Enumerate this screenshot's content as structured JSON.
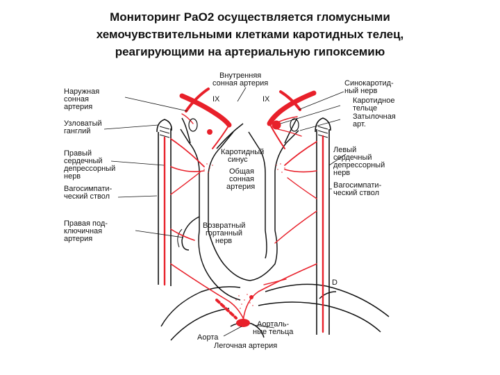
{
  "title": {
    "lines": [
      "Мониторинг PaO2 осуществляется гломусными",
      "хемочувствительными клетками каротидных телец,",
      "реагирующими на артериальную гипоксемию"
    ]
  },
  "labels": {
    "naruzhnaya": [
      "Наружная",
      "сонная",
      "артерия"
    ],
    "uzlovaty": [
      "Узловатый",
      "ганглий"
    ],
    "pravy_depr": [
      "Правый",
      "сердечный",
      "депрессорный",
      "нерв"
    ],
    "vagosimp_left": [
      "Вагосимпати-",
      "ческий ствол"
    ],
    "pravaya_podkl": [
      "Правая под-",
      "ключичная",
      "артерия"
    ],
    "vnutrennyaya": [
      "Внутренняя",
      "сонная артерия"
    ],
    "ix_left": "IX",
    "ix_right": "IX",
    "karotidny_sinus": [
      "Каротидный",
      "синус"
    ],
    "obshaya": [
      "Общая",
      "сонная",
      "артерия"
    ],
    "vozvratny": [
      "Возвратный",
      "гортанный",
      "нерв"
    ],
    "sinokarot": [
      "Синокаротид-",
      "ный нерв"
    ],
    "karot_telce": [
      "Каротидное",
      "тельце"
    ],
    "zatylochnaya": [
      "Затылочная",
      "арт."
    ],
    "levy_depr": [
      "Левый",
      "сердечный",
      "депрессорный",
      "нерв"
    ],
    "vagosimp_right": [
      "Вагосимпати-",
      "ческий ствол"
    ],
    "letter_d": "D",
    "aorta": "Аорта",
    "aortalnye": [
      "Аорталь-",
      "ные тельца"
    ],
    "legochnaya": "Легочная артерия"
  },
  "colors": {
    "nerve_red": "#e8202a",
    "ink": "#111111"
  }
}
